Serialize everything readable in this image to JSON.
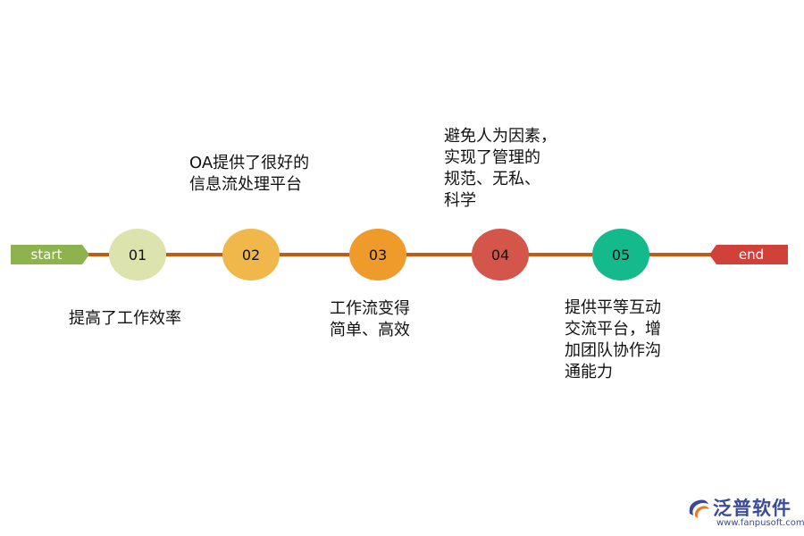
{
  "flags": {
    "start": "start",
    "end": "end"
  },
  "colors": {
    "line": "#c55a11",
    "start_flag": "#8db24e",
    "end_flag": "#d0413a",
    "node_01": "#dde3ad",
    "node_02": "#f0b84b",
    "node_03": "#ef9b2c",
    "node_04": "#d4564a",
    "node_05": "#14b98c"
  },
  "nodes": [
    {
      "label": "01",
      "text": "提高了工作效率"
    },
    {
      "label": "02",
      "text_lines": [
        "OA提供了很好的",
        "信息流处理平台"
      ]
    },
    {
      "label": "03",
      "text_lines": [
        "工作流变得",
        "简单、高效"
      ]
    },
    {
      "label": "04",
      "text_lines": [
        "避免人为因素，",
        "实现了管理的",
        "规范、无私、",
        "科学"
      ]
    },
    {
      "label": "05",
      "text_lines": [
        "提供平等互动",
        "交流平台，增",
        "加团队协作沟",
        "通能力"
      ]
    }
  ],
  "logo": {
    "name": "泛普软件",
    "url": "www.fanpusoft.com",
    "icon": "fanpu-logo-icon"
  }
}
